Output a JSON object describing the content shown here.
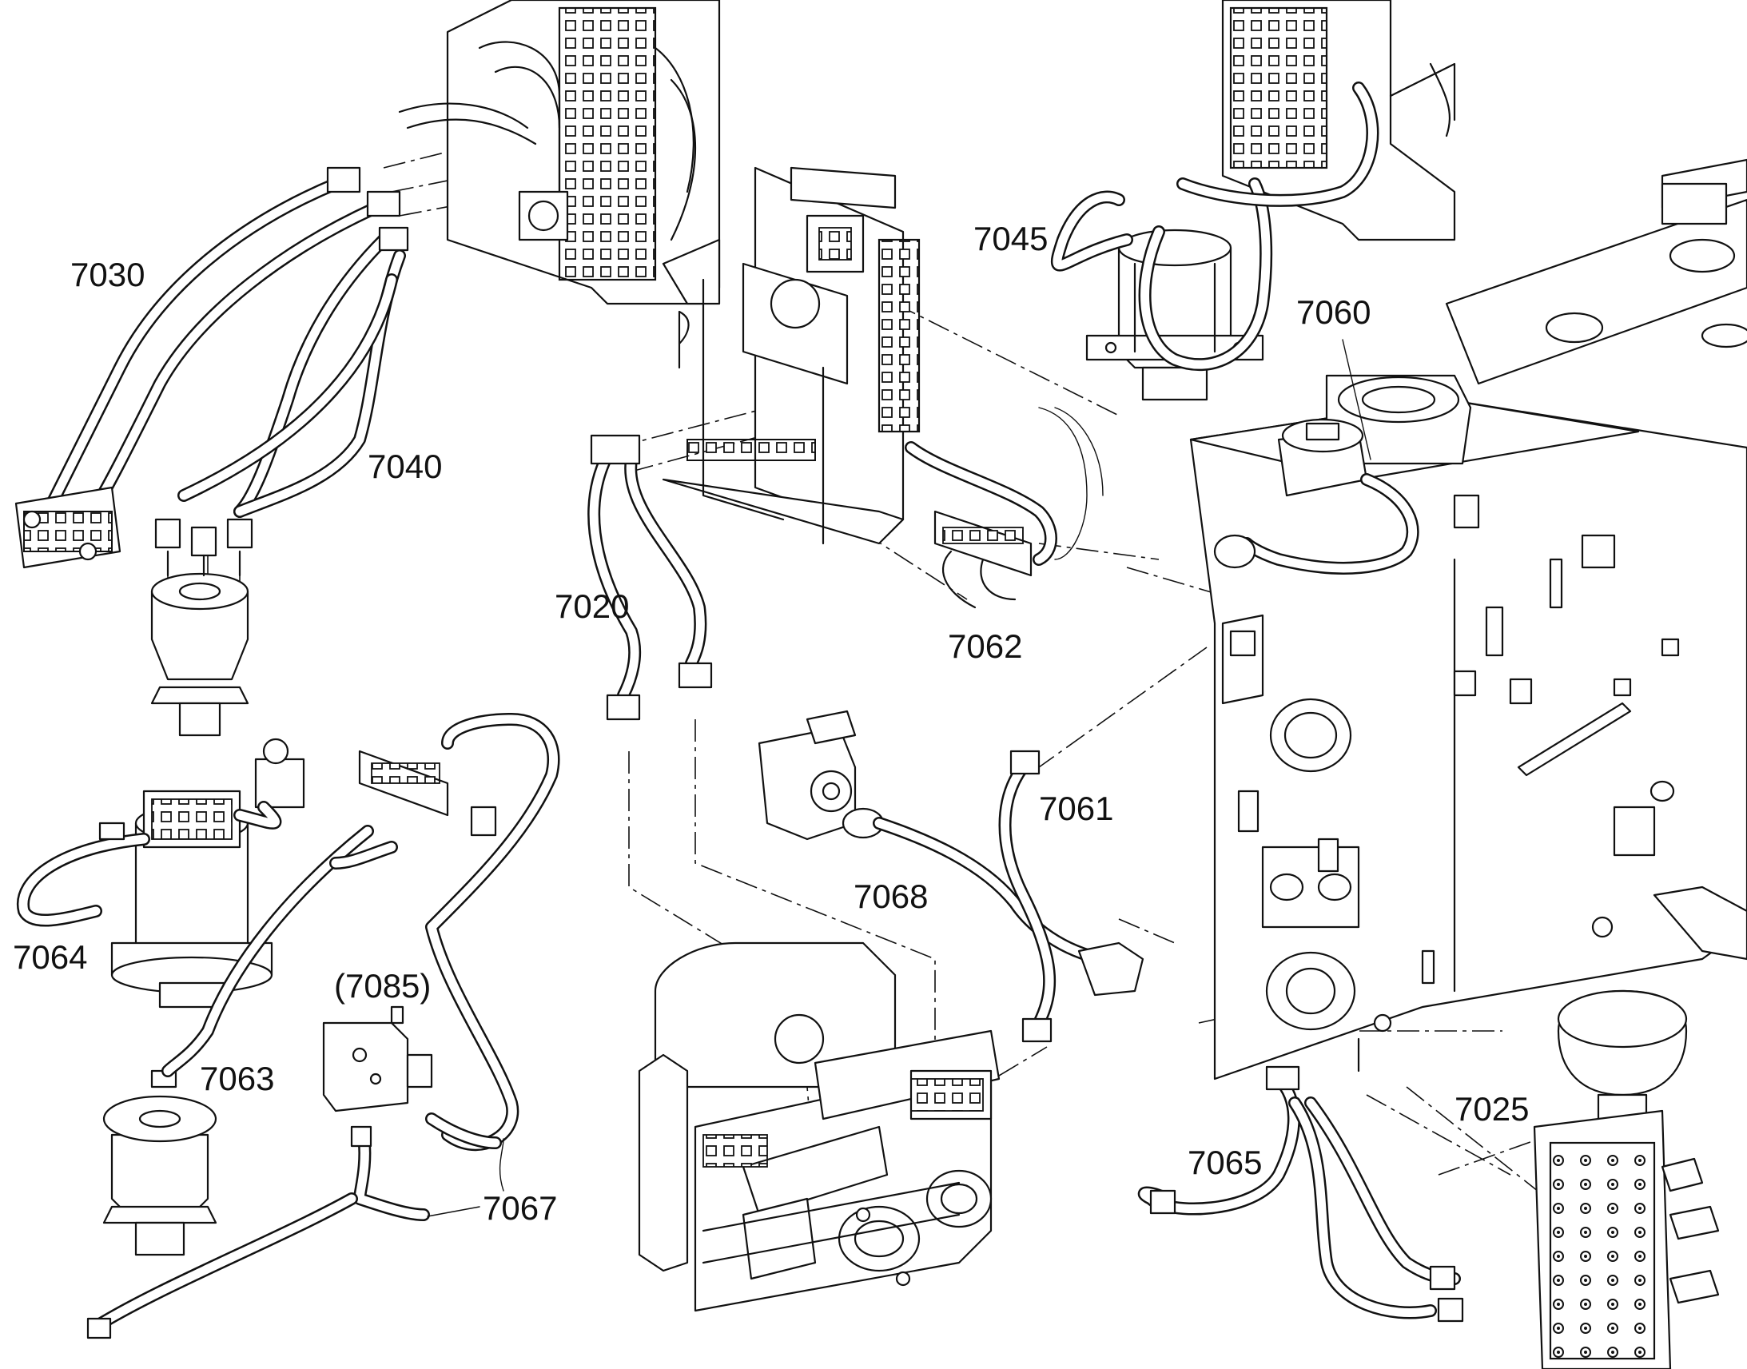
{
  "labels": {
    "p7030": "7030",
    "p7040": "7040",
    "p7020": "7020",
    "p7045": "7045",
    "p7060": "7060",
    "p7062": "7062",
    "p7061": "7061",
    "p7068": "7068",
    "p7064": "7064",
    "p7085": "(7085)",
    "p7063": "7063",
    "p7067": "7067",
    "p7065": "7065",
    "p7025": "7025"
  },
  "colors": {
    "line": "#111111",
    "background": "#ffffff"
  }
}
